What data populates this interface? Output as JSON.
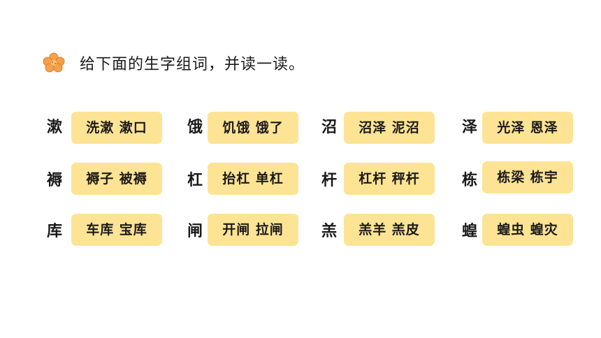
{
  "instruction": "给下面的生字组词，并读一读。",
  "icon": "flower-icon",
  "accent_color": "#fde394",
  "rows": [
    [
      {
        "char": "漱",
        "words": "洗漱  漱口"
      },
      {
        "char": "饿",
        "words": "饥饿  饿了"
      },
      {
        "char": "沼",
        "words": "沼泽  泥沼"
      },
      {
        "char": "泽",
        "words": "光泽  恩泽"
      }
    ],
    [
      {
        "char": "褥",
        "words": "褥子  被褥"
      },
      {
        "char": "杠",
        "words": "抬杠  单杠"
      },
      {
        "char": "杆",
        "words": "杠杆  秤杆"
      },
      {
        "char": "栋",
        "words": "栋梁  栋宇"
      }
    ],
    [
      {
        "char": "库",
        "words": "车库  宝库"
      },
      {
        "char": "闸",
        "words": "开闸  拉闸"
      },
      {
        "char": "羔",
        "words": "羔羊  羔皮"
      },
      {
        "char": "蝗",
        "words": "蝗虫  蝗灾"
      }
    ]
  ]
}
